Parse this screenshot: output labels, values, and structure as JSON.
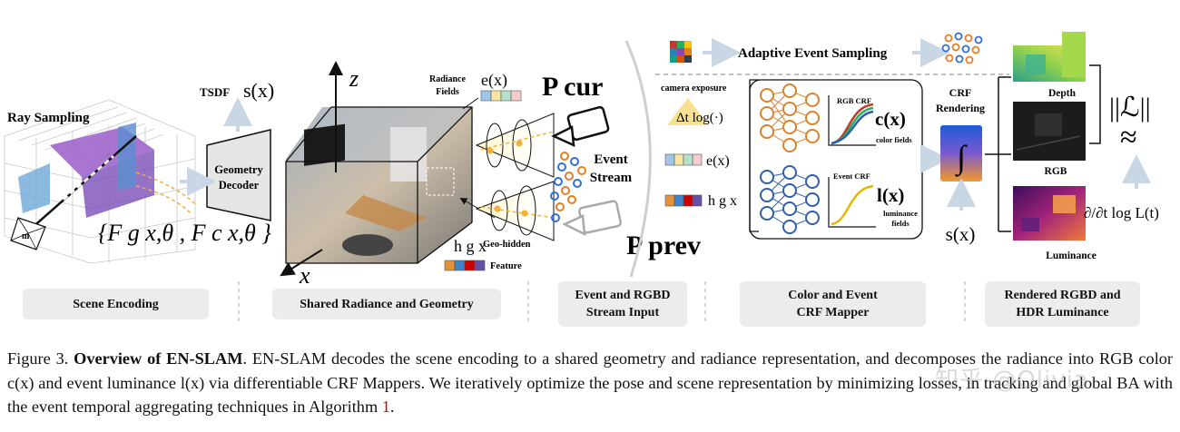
{
  "scene": {
    "ray_sampling": "Ray Sampling",
    "tsdf": "TSDF",
    "tsdf_sym": "s(x)",
    "decoder": [
      "Geometry",
      "Decoder"
    ],
    "features": "{F g x,θ , F c x,θ }"
  },
  "cube": {
    "z": "z",
    "x": "x",
    "radiance_fields": [
      "Radiance",
      "Fields"
    ],
    "radiance_sym": "e(x)",
    "geo_hidden": [
      "Geo-hidden",
      "Feature"
    ],
    "geo_sym": "h g x"
  },
  "stream": {
    "p_cur": "P cur",
    "p_prev": "P prev",
    "event_stream": [
      "Event",
      "Stream"
    ]
  },
  "sampling": {
    "label": "Adaptive Event Sampling"
  },
  "mapper": {
    "camera_exposure": "camera exposure",
    "delta_log": "Δt log(·)",
    "e_x": "e(x)",
    "h_x": "h g x",
    "rgb_crf": "RGB CRF",
    "event_crf": "Event CRF",
    "c_x": "c(x)",
    "color_fields": "color fields",
    "l_x": "l(x)",
    "luminance_fields": [
      "luminance",
      "fields"
    ],
    "crf_rendering": [
      "CRF",
      "Rendering"
    ],
    "s_x": "s(x)"
  },
  "rendered": {
    "depth": "Depth",
    "rgb": "RGB",
    "luminance": "Luminance",
    "loss": "||ℒ||",
    "approx": "≈",
    "dlog": "∂/∂t log L(t)"
  },
  "stages": [
    {
      "label": [
        "Scene Encoding"
      ]
    },
    {
      "label": [
        "Shared Radiance and Geometry"
      ]
    },
    {
      "label": [
        "Event and RGBD",
        "Stream Input"
      ]
    },
    {
      "label": [
        "Color and Event",
        "CRF Mapper"
      ]
    },
    {
      "label": [
        "Rendered RGBD and",
        "HDR Luminance"
      ]
    }
  ],
  "caption": {
    "prefix": "Figure 3.",
    "title": "Overview of EN-SLAM",
    "body": ". EN-SLAM decodes the scene encoding to a shared geometry and radiance representation, and decomposes the radiance into RGB color c(x) and event luminance l(x) via differentiable CRF Mappers. We iteratively optimize the pose and scene representation by minimizing losses, in tracking and global BA with the event temporal aggregating techniques in Algorithm ",
    "ref": "1",
    "end": "."
  },
  "watermark": "知乎 @Olivia",
  "colors": {
    "arrow": "#c9d6e3",
    "orange_net": "#d9822b",
    "blue_net": "#2f5fa8",
    "stage_bg": "#ececec",
    "ref": "#cc0000"
  }
}
